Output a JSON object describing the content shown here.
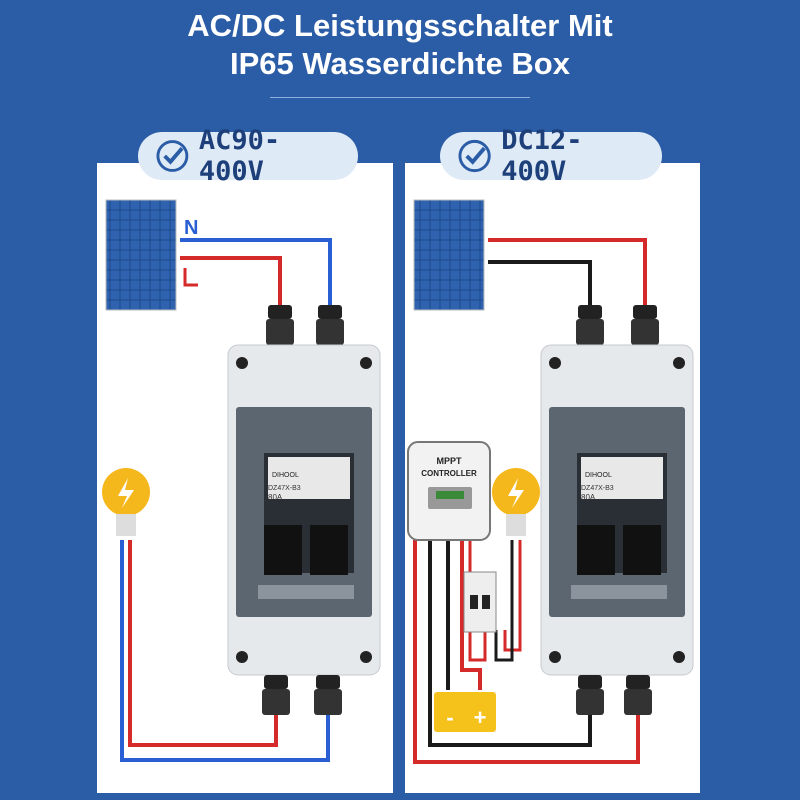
{
  "header": {
    "title_line1": "AC/DC Leistungsschalter Mit",
    "title_line2": "IP65 Wasserdichte Box"
  },
  "left": {
    "badge": "AC90-400V",
    "wire_n": "N",
    "wire_l": "L"
  },
  "right": {
    "badge": "DC12-400V",
    "controller_line1": "MPPT",
    "controller_line2": "CONTROLLER",
    "battery_minus": "-",
    "battery_plus": "+"
  },
  "breaker": {
    "brand": "DIHOOL",
    "model": "DZ47X-B3",
    "rating": "80A"
  },
  "colors": {
    "background": "#2b5ca6",
    "wire_red": "#d42a2a",
    "wire_blue": "#2a5fd4",
    "wire_black": "#1a1a1a",
    "bulb": "#f5b81c",
    "battery": "#f5c21c"
  },
  "icons": [
    "check-circle-icon",
    "solar-panel-icon",
    "light-bulb-icon",
    "battery-icon",
    "breaker-icon"
  ]
}
